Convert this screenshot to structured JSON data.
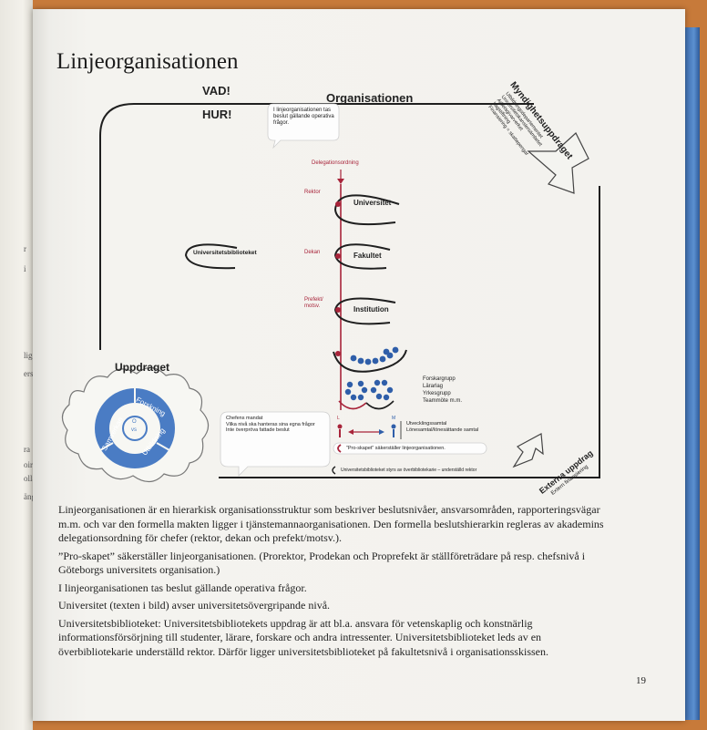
{
  "left_page": {
    "fragments": [
      "r",
      "i",
      "lig",
      "ers",
      "ra",
      "oir",
      "olla",
      "änge"
    ]
  },
  "heading": "Linjeorganisationen",
  "diagram": {
    "vad": "VAD!",
    "hur": "HUR!",
    "organisationen": "Organisationen",
    "info_bubble": "I linjeorganisationen tas beslut gällande operativa frågor.",
    "myndighet": {
      "title": "Myndighetsuppdraget",
      "lines": [
        "Utbildningsdepartementet",
        "Universitetskanslersämbetet",
        "Arbetsgivarverket",
        "Lagstiftning",
        "Finansiering = skattepengar"
      ]
    },
    "delegationsordning": "Delegationsordning",
    "roles": {
      "rektor": "Rektor",
      "dekan": "Dekan",
      "prefekt": "Prefekt/ motsv."
    },
    "levels": {
      "universitet": "Universitet",
      "fakultet": "Fakultet",
      "institution": "Institution"
    },
    "universitetsbiblioteket": "Universitetsbiblioteket",
    "groups": [
      "Forskargrupp",
      "Lärarlag",
      "Yrkesgrupp",
      "Teammöte m.m."
    ],
    "samtal": [
      "Utvecklingssamtal",
      "Lönesamtal/lönesättande samtal"
    ],
    "person_labels": {
      "l": "L",
      "m": "M"
    },
    "pro_skapet": "”Pro-skapet” säkerställer linjeorganisationen.",
    "ub_styr": "Universitetsbiblioteket styrs av överbibliotekarie – underställd rektor",
    "uppdraget": "Uppdraget",
    "ring": {
      "forskning": "Forskning",
      "samverkan": "Samverkan",
      "utbildning": "Utbildning",
      "center": "O",
      "center2": "vs"
    },
    "chefens": [
      "Chefens mandat",
      "Vilka nivå ska hanteras sina egna frågor",
      "Inte överpröva fattade beslut"
    ],
    "externa": {
      "title": "Externa uppdrag",
      "sub": "Extern finansiering"
    }
  },
  "paragraphs": [
    "Linjeorganisationen är en hierarkisk organisationsstruktur som beskriver beslutsnivåer, ansvarsområden, rapporteringsvägar m.m. och var den formella makten ligger i tjänstemannaorganisationen. Den formella beslutshierarkin regleras av akademins delegationsordning för chefer (rektor, dekan och prefekt/motsv.).",
    "”Pro-skapet” säkerställer linjeorganisationen. (Prorektor, Prodekan och Proprefekt är ställföreträdare på resp. chefsnivå i Göteborgs universitets organisation.)",
    "I linjeorganisationen tas beslut gällande operativa frågor.",
    "Universitet (texten i bild) avser universitetsövergripande nivå.",
    "Universitetsbiblioteket: Universitetsbibliotekets uppdrag är att bl.a. ansvara för vetenskaplig och konstnärlig informationsförsörjning till studenter, lärare, forskare och andra intressenter. Universitetsbiblioteket leds av en överbibliotekarie underställd rektor. Därför ligger universitetsbiblioteket på fakultetsnivå i organisationsskissen."
  ],
  "page_number": "19",
  "colors": {
    "red": "#a8243a",
    "blue": "#2f5ea9",
    "ring_blue": "#4a7cc4",
    "page": "#f3f2ee",
    "background": "#c77a3a"
  }
}
